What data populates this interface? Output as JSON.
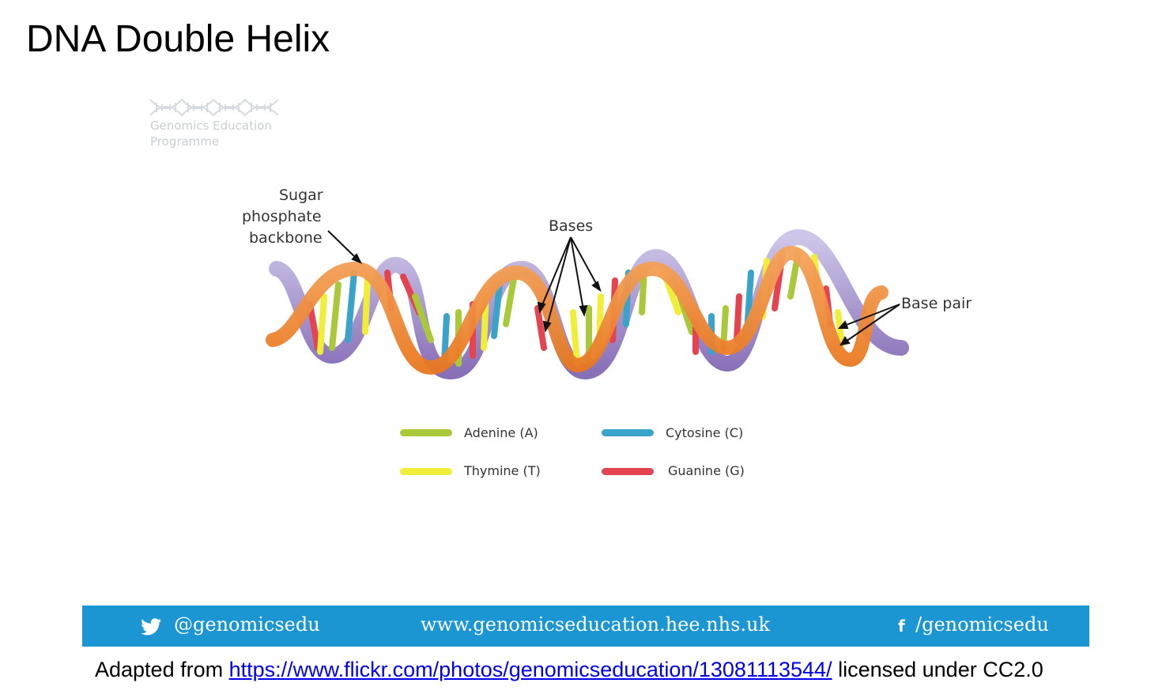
{
  "title": "DNA Double Helix",
  "logo": {
    "line1": "Genomics Education",
    "line2": "Programme"
  },
  "labels": {
    "sugar_line1": "Sugar",
    "sugar_line2": "phosphate",
    "sugar_line3": "backbone",
    "bases": "Bases",
    "base_pair": "Base pair"
  },
  "legend": [
    {
      "label": "Adenine (A)",
      "color": "#a9c93a"
    },
    {
      "label": "Cytosine (C)",
      "color": "#3aa3c9"
    },
    {
      "label": "Thymine (T)",
      "color": "#f1ee3a"
    },
    {
      "label": "Guanine (G)",
      "color": "#e44350"
    }
  ],
  "banner": {
    "twitter": "@genomicsedu",
    "website": "www.genomicseducation.hee.nhs.uk",
    "facebook": "/genomicsedu",
    "color": "#1c95d3"
  },
  "credit": {
    "prefix": "Adapted from",
    "link": "https://www.flickr.com/photos/genomicseducation/13081113544/",
    "suffix": "licensed under CC2.0"
  },
  "colors": {
    "orange_strand": "#f08a2e",
    "purple_strand": "#9b8ac7"
  }
}
